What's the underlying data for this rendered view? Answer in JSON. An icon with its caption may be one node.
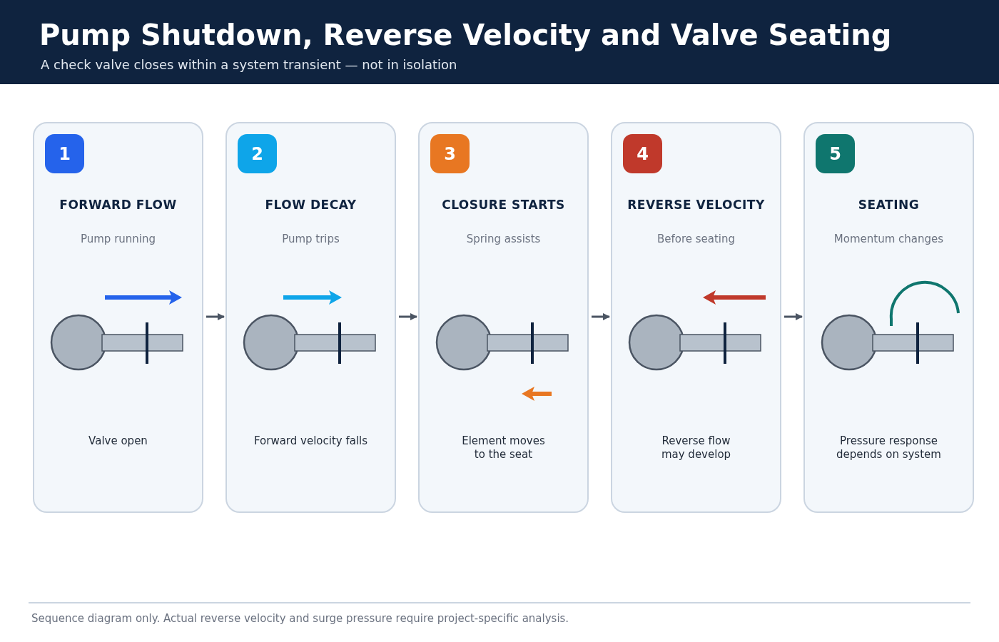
{
  "diagram": {
    "title": "Pump Shutdown, Reverse Velocity and Valve Seating",
    "caption": "Sequence diagram only. Actual reverse velocity and surge pressure require project-specific analysis.",
    "labels": [
      "A check valve closes within a system transient — not in isolation"
    ],
    "nodes": [
      {
        "text": [
          "1",
          "FORWARD FLOW",
          "Pump running",
          "Valve open"
        ]
      },
      {
        "text": [
          "2",
          "FLOW DECAY",
          "Pump trips",
          "Forward velocity falls"
        ]
      },
      {
        "text": [
          "3",
          "CLOSURE STARTS",
          "Spring assists",
          "Element moves to the seat"
        ]
      },
      {
        "text": [
          "4",
          "REVERSE VELOCITY",
          "Before seating",
          "Reverse flow may develop"
        ]
      },
      {
        "text": [
          "5",
          "SEATING",
          "Momentum changes",
          "Pressure response depends on system"
        ]
      }
    ],
    "edges": [
      {
        "from": 0,
        "to": 1,
        "arrow": "to"
      },
      {
        "from": 1,
        "to": 2,
        "arrow": "to"
      },
      {
        "from": 2,
        "to": 3,
        "arrow": "to"
      },
      {
        "from": 3,
        "to": 4,
        "arrow": "to"
      }
    ]
  }
}
